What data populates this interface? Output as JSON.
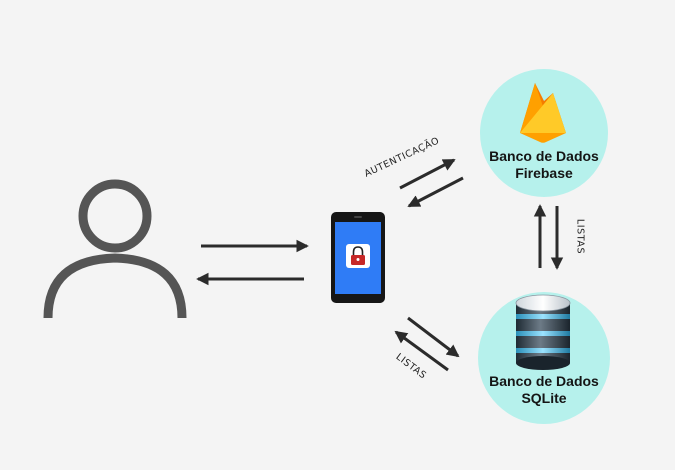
{
  "nodes": {
    "user": {
      "icon": "user-icon"
    },
    "phone": {
      "icon": "smartphone-lock-icon"
    },
    "firebase": {
      "icon": "firebase-flame-icon",
      "title_line1": "Banco de Dados",
      "title_line2": "Firebase"
    },
    "sqlite": {
      "icon": "database-stack-icon",
      "title_line1": "Banco de Dados",
      "title_line2": "SQLite"
    }
  },
  "edges": {
    "phone_firebase": "AUTENTICAÇÃO",
    "firebase_sqlite": "LISTAS",
    "phone_sqlite": "LISTAS"
  },
  "colors": {
    "background": "#f4f4f4",
    "circle_fill": "#b6f1ec",
    "arrow": "#2b2b2b",
    "user_icon": "#555555",
    "phone_screen": "#2f7cf6"
  }
}
